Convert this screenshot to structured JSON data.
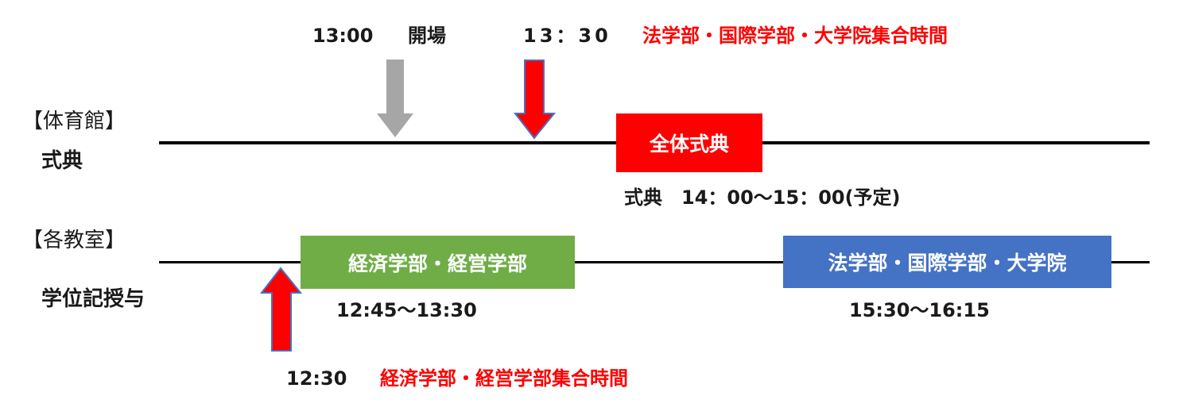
{
  "top": {
    "open_time": "13:00",
    "open_label": "開場",
    "gather_time": "13：30",
    "gather_label": "法学部・国際学部・大学院集合時間"
  },
  "gym": {
    "section_label": "【体育館】",
    "row_label": "式典",
    "block_label": "全体式典",
    "schedule_text": "式典　14：00～15：00(予定)"
  },
  "rooms": {
    "section_label": "【各教室】",
    "row_label": "学位記授与",
    "block1_label": "経済学部・経営学部",
    "block1_time": "12:45～13:30",
    "block2_label": "法学部・国際学部・大学院",
    "block2_time": "15:30～16:15"
  },
  "bottom": {
    "gather_time": "12:30",
    "gather_label": "経済学部・経営学部集合時間"
  },
  "colors": {
    "red": "#ff0000",
    "gray_arrow": "#a6a6a6",
    "green_block": "#70ad47",
    "blue_block": "#4472c4"
  }
}
